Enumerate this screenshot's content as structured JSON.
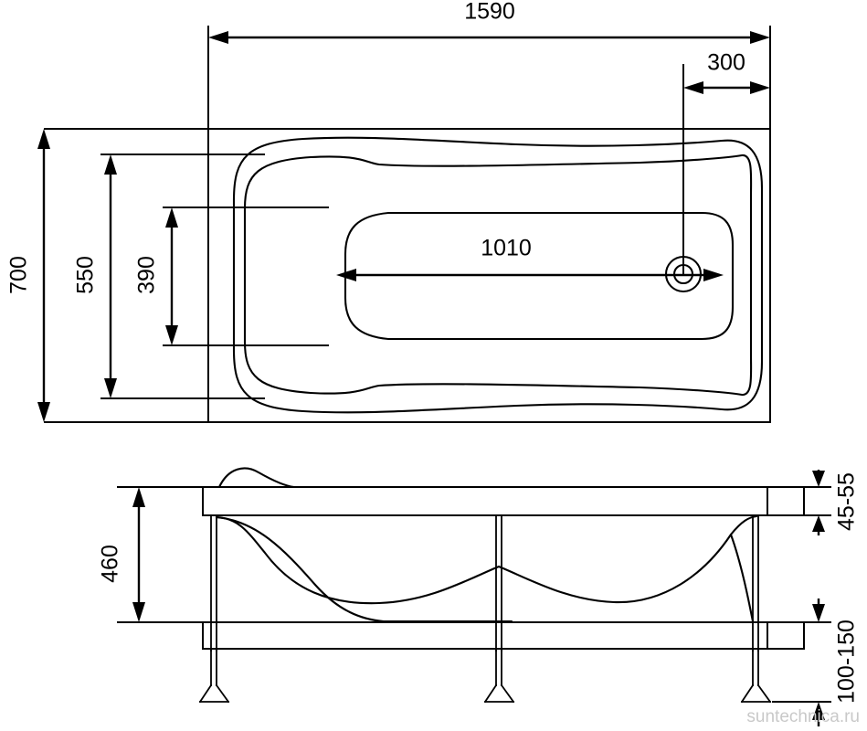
{
  "drawing": {
    "title": "Bathtub technical drawing",
    "units": "mm",
    "line_color": "#000000",
    "background_color": "#ffffff",
    "views": {
      "top": {
        "name": "top-view",
        "description": "Plan view of rectangular bathtub with rounded corners and drain opening"
      },
      "side": {
        "name": "side-view",
        "description": "Front elevation of bathtub with support frame and three adjustable legs"
      }
    },
    "dimensions": {
      "overall_length": "1590",
      "drain_offset": "300",
      "overall_width": "700",
      "inner_width": "550",
      "bowl_width": "390",
      "bowl_length": "1010",
      "height": "460",
      "rim_thickness": "45-55",
      "leg_height": "100-150"
    },
    "watermark": "suntechnica.ru"
  }
}
